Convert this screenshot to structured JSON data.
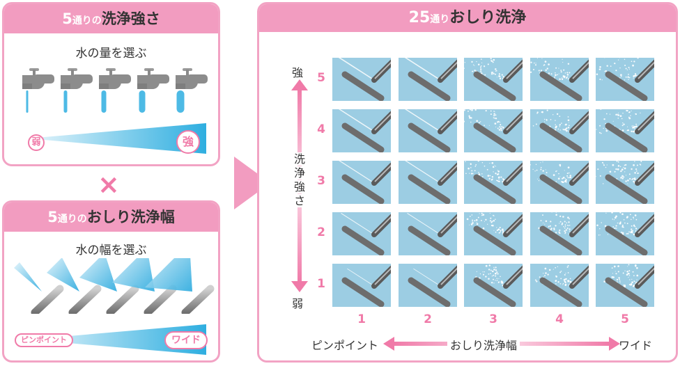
{
  "left_top_panel": {
    "title_num": "5",
    "title_small": "通りの",
    "title_main": "洗浄強さ",
    "subtitle": "水の量を選ぶ",
    "low_label": "弱",
    "high_label": "強"
  },
  "cross_symbol": "×",
  "left_bottom_panel": {
    "title_num": "5",
    "title_small": "通りの",
    "title_main": "おしり洗浄幅",
    "subtitle": "水の幅を選ぶ",
    "low_label": "ピンポイント",
    "high_label": "ワイド"
  },
  "right_panel": {
    "title_num": "25",
    "title_small": "通り",
    "title_main": "おしり洗浄",
    "y_top_label": "強",
    "y_bottom_label": "弱",
    "y_axis_chars": [
      "洗",
      "浄",
      "強",
      "さ"
    ],
    "row_numbers": [
      "5",
      "4",
      "3",
      "2",
      "1"
    ],
    "col_numbers": [
      "1",
      "2",
      "3",
      "4",
      "5"
    ],
    "x_left_label": "ピンポイント",
    "x_center_label": "おしり洗浄幅",
    "x_right_label": "ワイド"
  },
  "colors": {
    "accent_pink": "#f29cc0",
    "number_pink": "#f07aa8",
    "water_blue": "#9ccde3"
  }
}
